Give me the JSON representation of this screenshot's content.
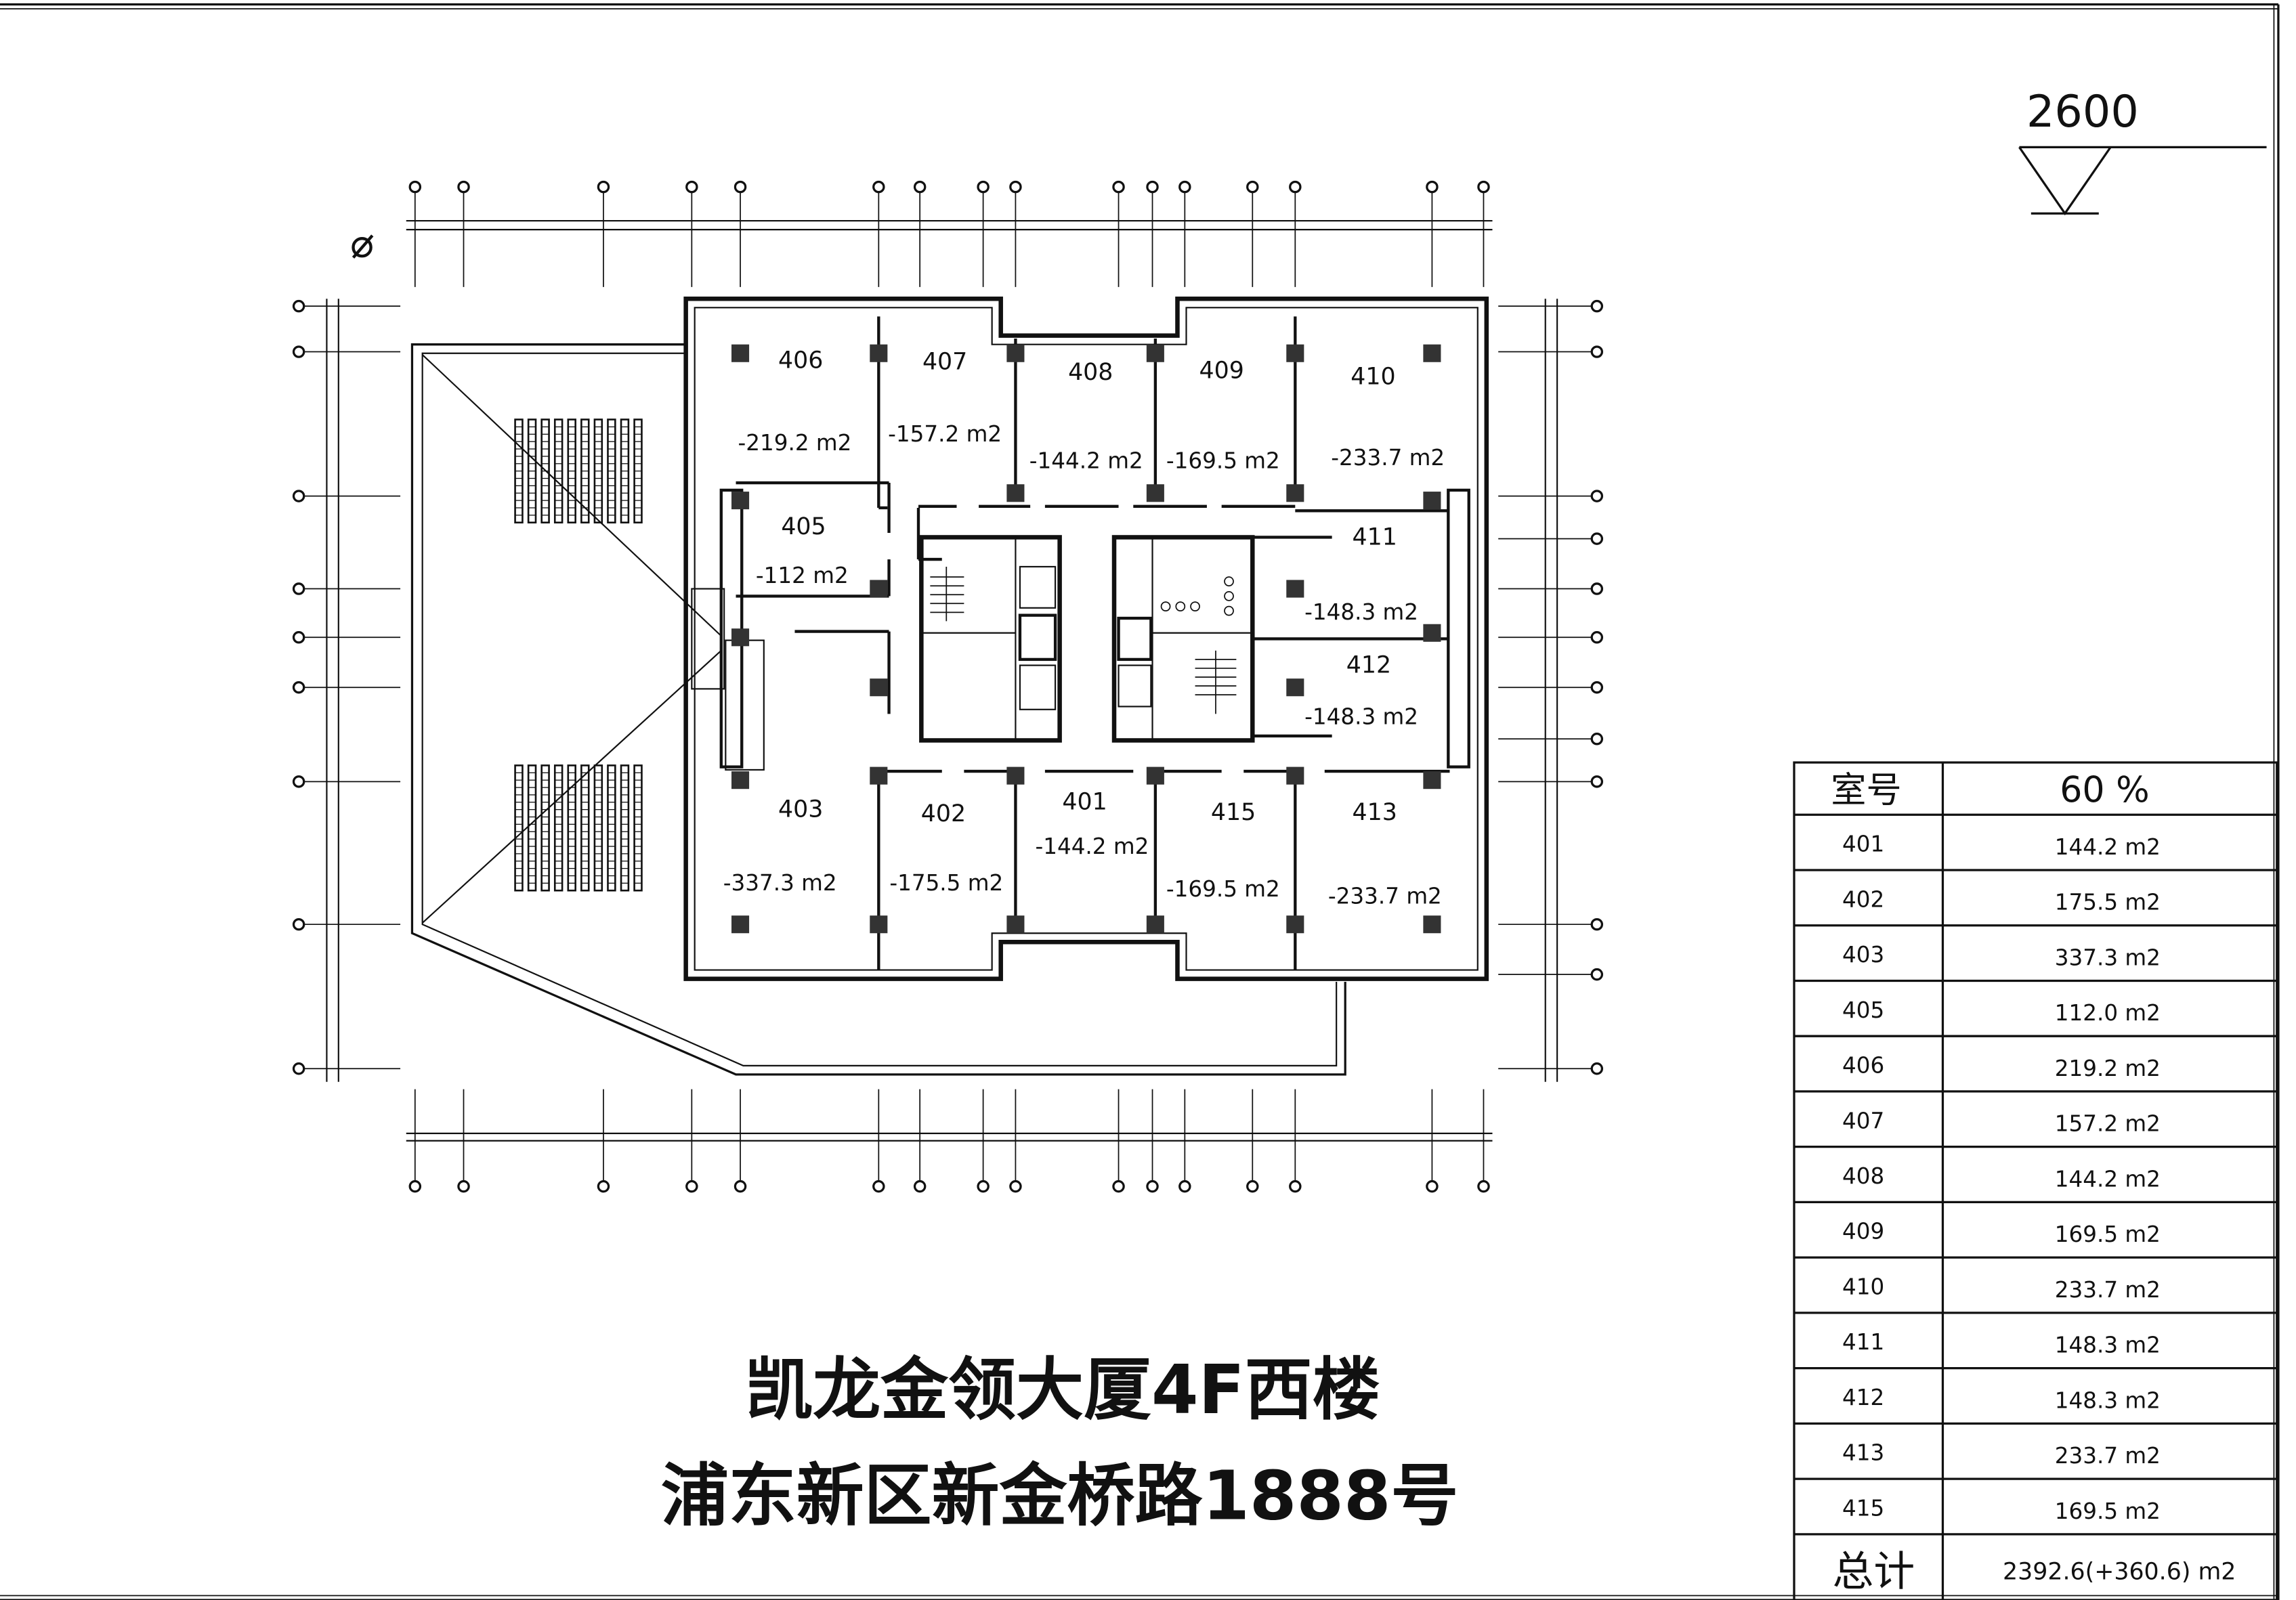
{
  "elevation": {
    "value": "2600"
  },
  "title": {
    "line1": "凯龙金领大厦4F西楼",
    "line2": "浦东新区新金桥路1888号"
  },
  "rooms": [
    {
      "id": "406",
      "area": "-219.2 m2"
    },
    {
      "id": "407",
      "area": "-157.2 m2"
    },
    {
      "id": "408",
      "area": "-144.2 m2"
    },
    {
      "id": "409",
      "area": "-169.5 m2"
    },
    {
      "id": "410",
      "area": "-233.7 m2"
    },
    {
      "id": "405",
      "area": "-112 m2"
    },
    {
      "id": "411",
      "area": "-148.3 m2"
    },
    {
      "id": "412",
      "area": "-148.3 m2"
    },
    {
      "id": "403",
      "area": "-337.3 m2"
    },
    {
      "id": "402",
      "area": "-175.5 m2"
    },
    {
      "id": "401",
      "area": "-144.2 m2"
    },
    {
      "id": "415",
      "area": "-169.5 m2"
    },
    {
      "id": "413",
      "area": "-233.7 m2"
    }
  ],
  "table": {
    "header_room": "室号",
    "header_ratio": "60 %",
    "rows": [
      {
        "room": "401",
        "area": "144.2 m2"
      },
      {
        "room": "402",
        "area": "175.5 m2"
      },
      {
        "room": "403",
        "area": "337.3 m2"
      },
      {
        "room": "405",
        "area": "112.0 m2"
      },
      {
        "room": "406",
        "area": "219.2 m2"
      },
      {
        "room": "407",
        "area": "157.2 m2"
      },
      {
        "room": "408",
        "area": "144.2 m2"
      },
      {
        "room": "409",
        "area": "169.5 m2"
      },
      {
        "room": "410",
        "area": "233.7 m2"
      },
      {
        "room": "411",
        "area": "148.3 m2"
      },
      {
        "room": "412",
        "area": "148.3 m2"
      },
      {
        "room": "413",
        "area": "233.7 m2"
      },
      {
        "room": "415",
        "area": "169.5 m2"
      }
    ],
    "total_label": "总计",
    "total_value": "2392.6(+360.6) m2"
  }
}
